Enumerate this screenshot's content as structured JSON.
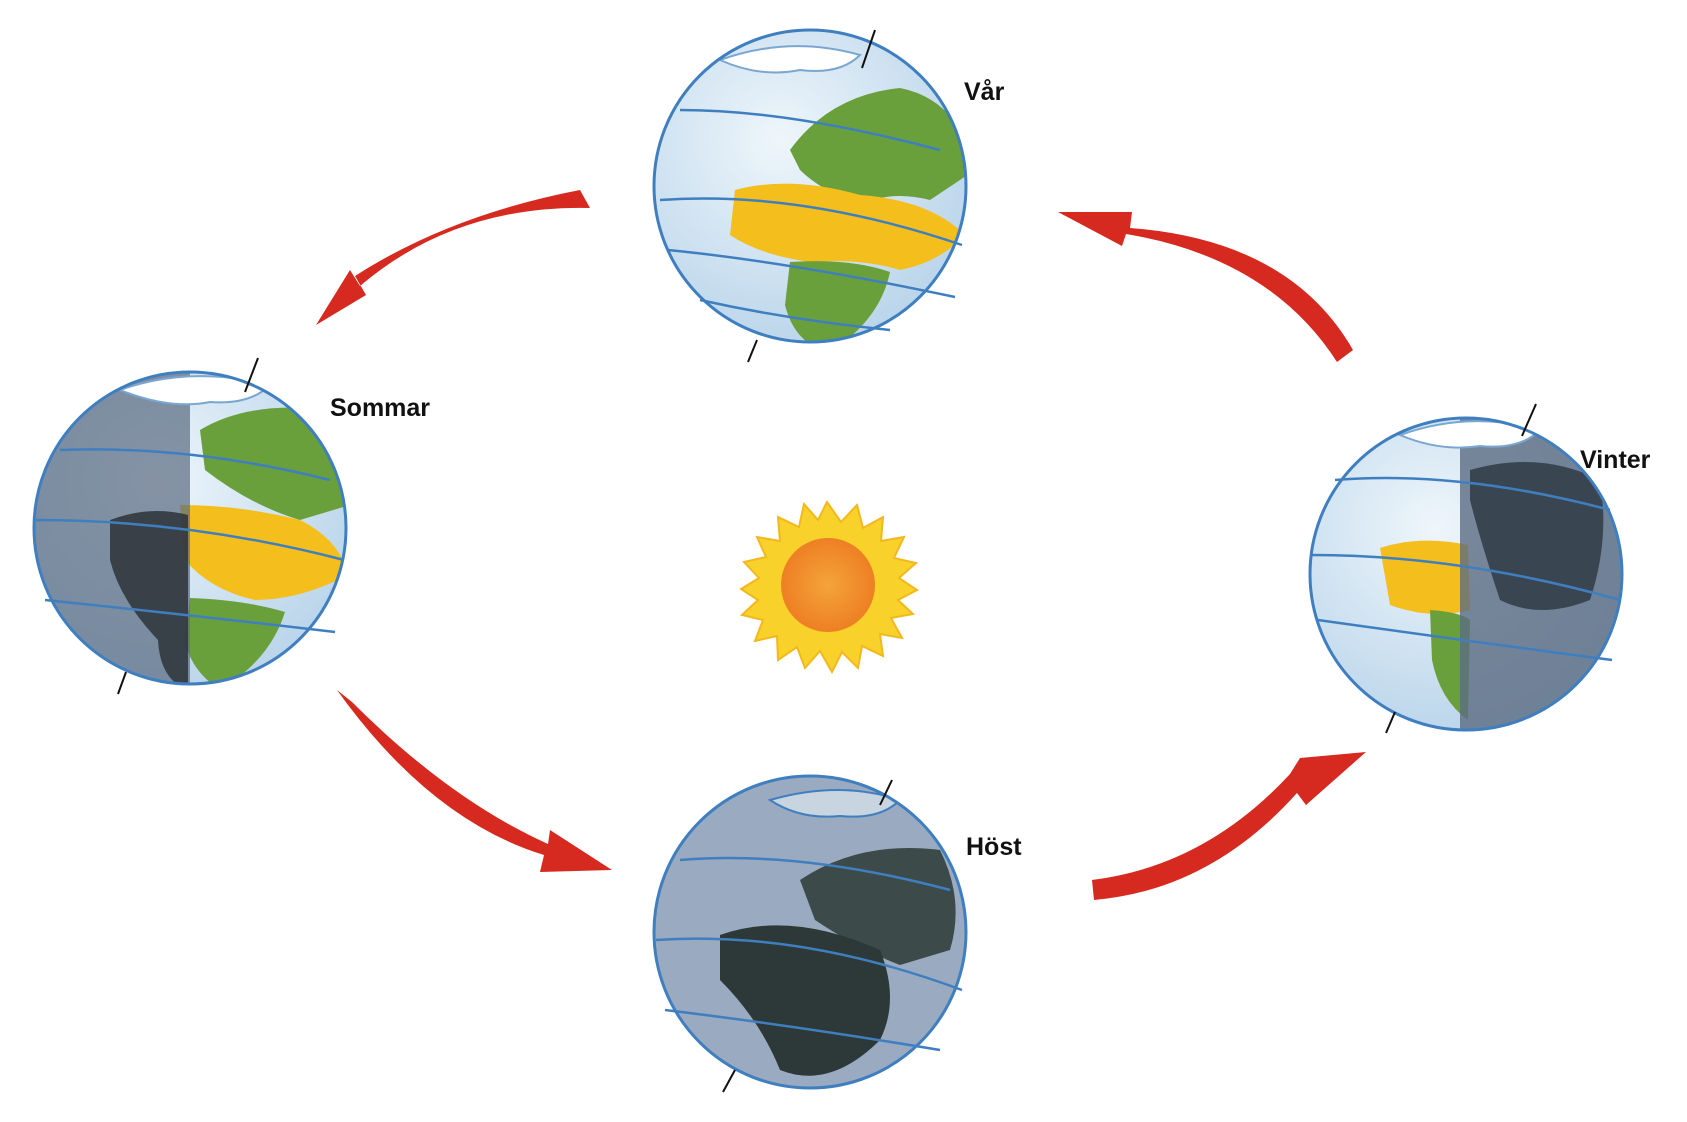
{
  "seasons": {
    "spring": {
      "label": "Vår"
    },
    "summer": {
      "label": "Sommar"
    },
    "autumn": {
      "label": "Höst"
    },
    "winter": {
      "label": "Vinter"
    }
  },
  "colors": {
    "arrow": "#d62a20",
    "ocean": "#dcebf6",
    "land": "#6aa03c",
    "desert": "#f4be1c",
    "night": "#5b6c82",
    "outline": "#3f7fc0",
    "sun_core": "#f08a2a",
    "sun_rays": "#f8d12a"
  }
}
